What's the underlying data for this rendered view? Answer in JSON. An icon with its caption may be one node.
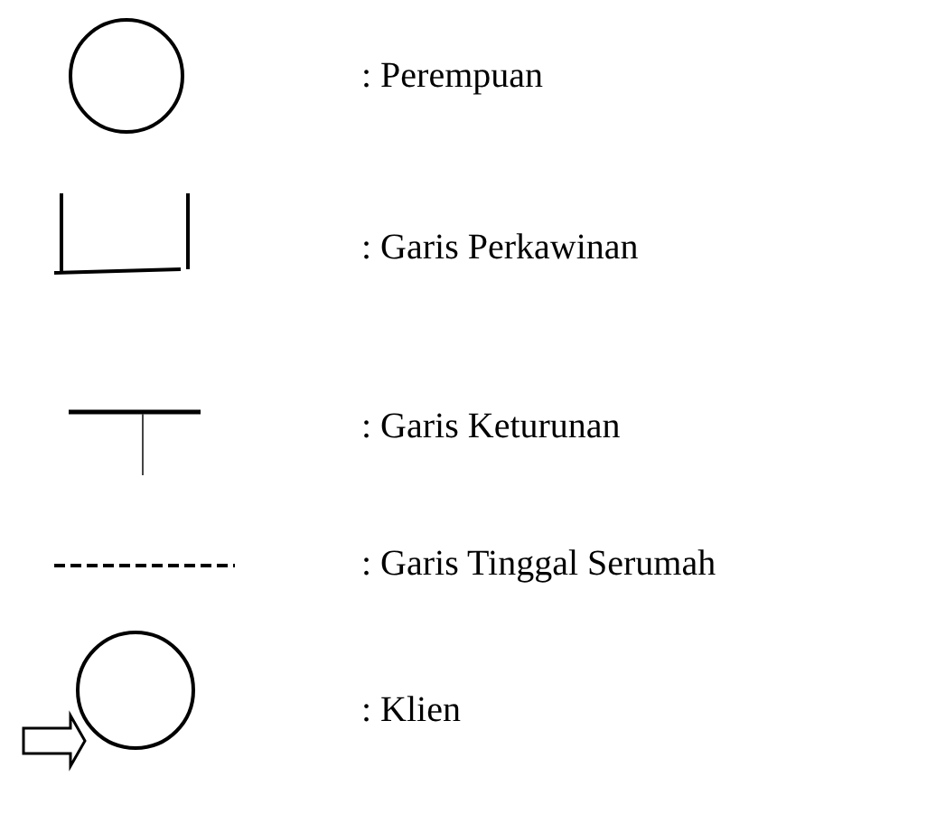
{
  "diagram": {
    "legend": [
      {
        "text": ": Perempuan"
      },
      {
        "text": ": Garis Perkawinan"
      },
      {
        "text": ": Garis Keturunan"
      },
      {
        "text": ": Garis Tinggal Serumah"
      },
      {
        "text": ": Klien"
      }
    ]
  }
}
